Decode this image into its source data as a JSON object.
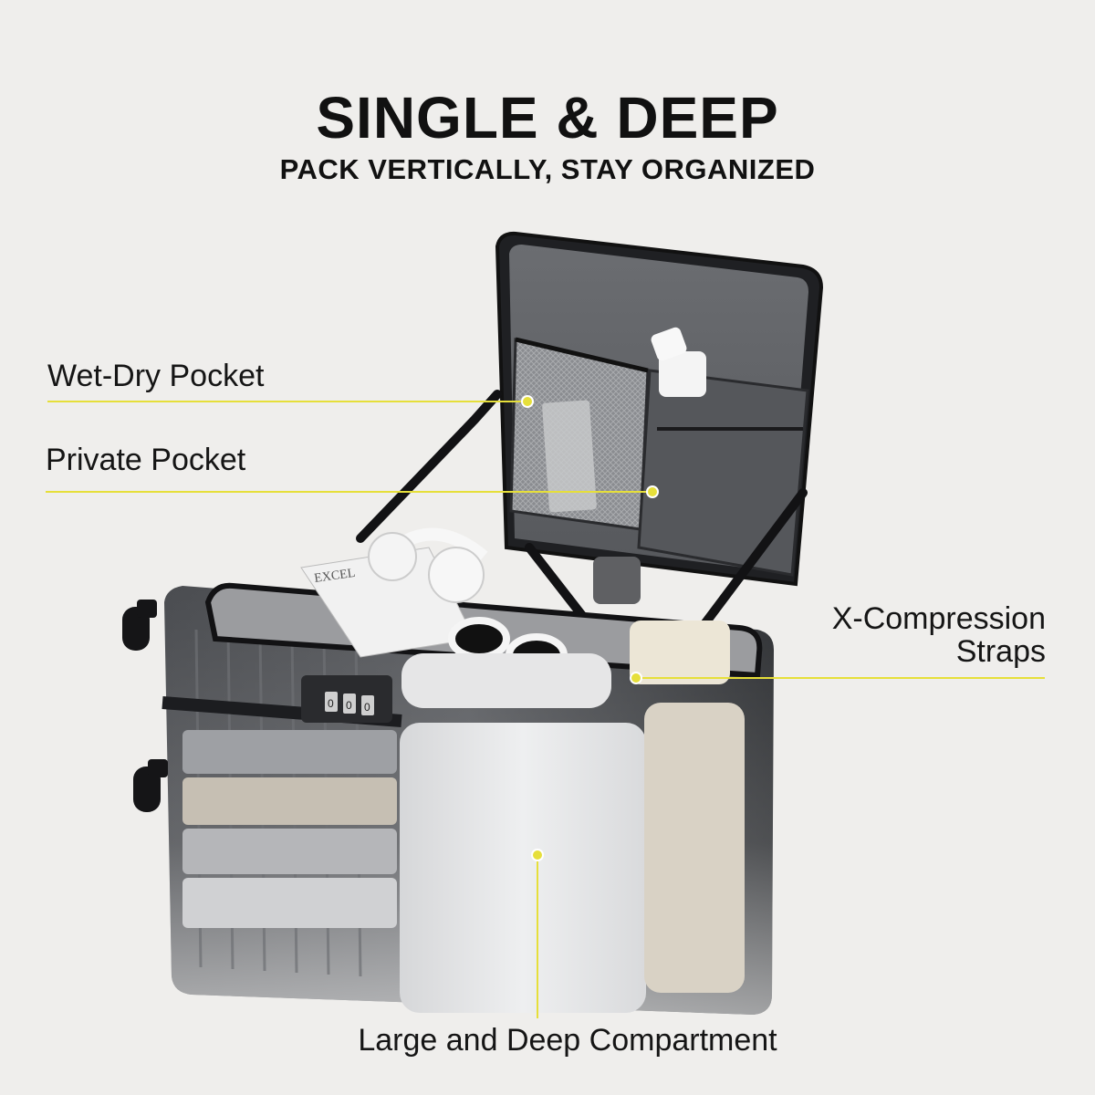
{
  "header": {
    "title": "SINGLE & DEEP",
    "subtitle": "PACK VERTICALLY, STAY ORGANIZED"
  },
  "callouts": {
    "wet_dry": "Wet-Dry Pocket",
    "private": "Private Pocket",
    "x_compression_line1": "X-Compression",
    "x_compression_line2": "Straps",
    "large_compartment": "Large and Deep Compartment"
  },
  "product": {
    "magazine_text": "EXCEL",
    "lock_digits": [
      "0",
      "0",
      "0"
    ]
  },
  "colors": {
    "background": "#efeeec",
    "accent_yellow": "#e6df3a",
    "shell_dark": "#3b3d41",
    "lid_interior": "#5e6064",
    "packing_cube": "#e7e8ea"
  }
}
